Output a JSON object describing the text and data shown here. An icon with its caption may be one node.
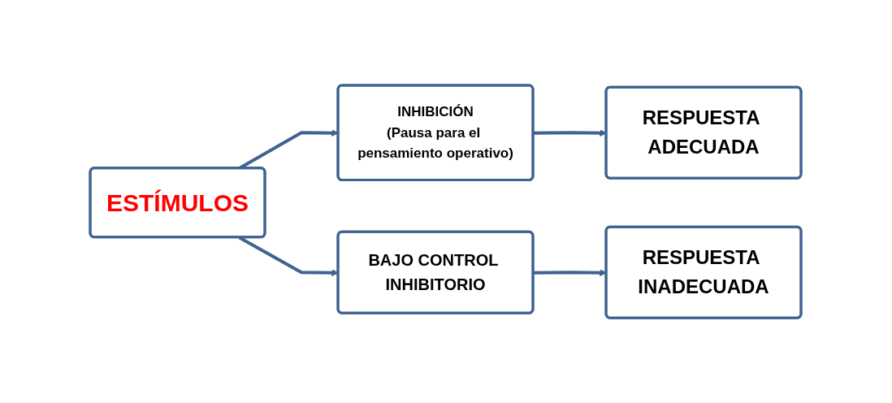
{
  "diagram": {
    "nodes": [
      {
        "text": [
          "ESTÍMULOS"
        ]
      },
      {
        "text": [
          "INHIBICIÓN",
          "(Pausa para el pensamiento operativo)"
        ]
      },
      {
        "text": [
          "RESPUESTA ADECUADA"
        ]
      },
      {
        "text": [
          "BAJO CONTROL INHIBITORIO"
        ]
      },
      {
        "text": [
          "RESPUESTA INADECUADA"
        ]
      }
    ],
    "edges": [
      {
        "from": 0,
        "to": 1,
        "arrow": "to"
      },
      {
        "from": 1,
        "to": 2,
        "arrow": "to"
      },
      {
        "from": 0,
        "to": 3,
        "arrow": "to"
      },
      {
        "from": 3,
        "to": 4,
        "arrow": "to"
      }
    ]
  }
}
